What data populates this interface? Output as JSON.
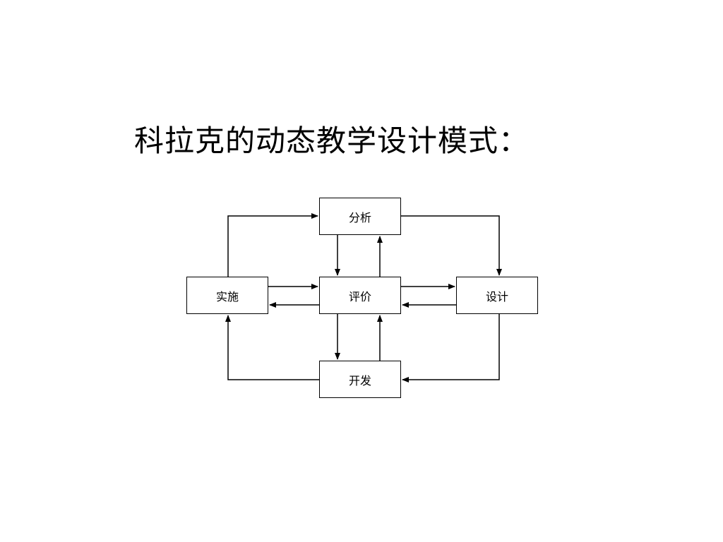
{
  "title": "科拉克的动态教学设计模式：",
  "nodes": {
    "analysis": "分析",
    "evaluation": "评价",
    "implementation": "实施",
    "design": "设计",
    "development": "开发"
  },
  "edges": [
    {
      "from": "implementation",
      "to": "analysis"
    },
    {
      "from": "analysis",
      "to": "design"
    },
    {
      "from": "design",
      "to": "development"
    },
    {
      "from": "development",
      "to": "implementation"
    },
    {
      "from": "analysis",
      "to": "evaluation"
    },
    {
      "from": "evaluation",
      "to": "analysis"
    },
    {
      "from": "evaluation",
      "to": "development"
    },
    {
      "from": "development",
      "to": "evaluation"
    },
    {
      "from": "implementation",
      "to": "evaluation"
    },
    {
      "from": "evaluation",
      "to": "implementation"
    },
    {
      "from": "evaluation",
      "to": "design"
    },
    {
      "from": "design",
      "to": "evaluation"
    }
  ],
  "colors": {
    "line": "#000000",
    "box_border": "#000000",
    "background": "#ffffff"
  }
}
